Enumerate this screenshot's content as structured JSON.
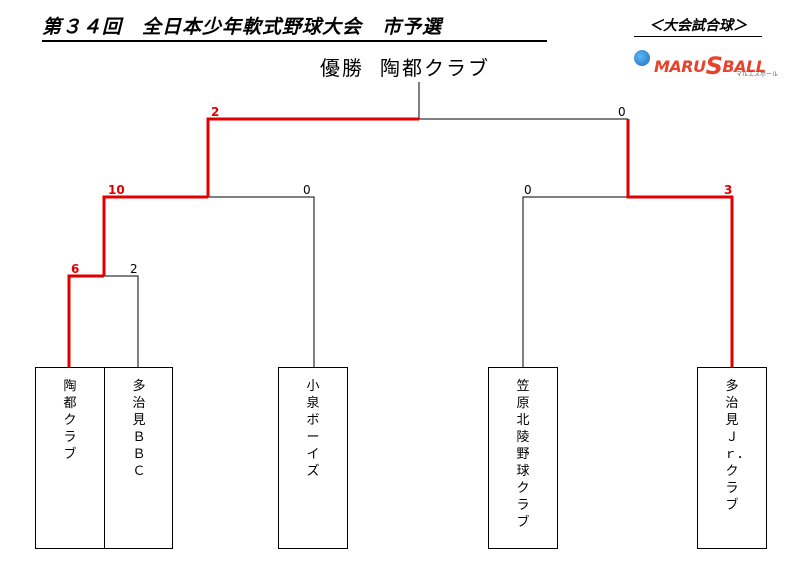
{
  "header": {
    "title": "第３４回　全日本少年軟式野球大会　市予選",
    "ball_label": "＜大会試合球＞",
    "logo_text_a": "MARU",
    "logo_text_s": "S",
    "logo_text_b": "BALL",
    "logo_sub": "マルエスボール"
  },
  "winner": {
    "label": "優勝",
    "team": "陶都クラブ"
  },
  "teams": [
    {
      "name": "陶都クラブ"
    },
    {
      "name": "多治見ＢＢＣ"
    },
    {
      "name": "小泉ボーイズ"
    },
    {
      "name": "笠原北陵野球クラブ"
    },
    {
      "name": "多治見Ｊｒ．クラブ"
    }
  ],
  "scores": {
    "r1_tokyo": "6",
    "r1_bbc": "2",
    "qf_left_winner": "10",
    "qf_koizumi": "0",
    "sf_right_kasahara": "0",
    "sf_right_jr": "3",
    "final_left": "2",
    "final_right": "0"
  },
  "colors": {
    "win_line": "#e00000",
    "line": "#000000",
    "logo": "#e8412c"
  }
}
